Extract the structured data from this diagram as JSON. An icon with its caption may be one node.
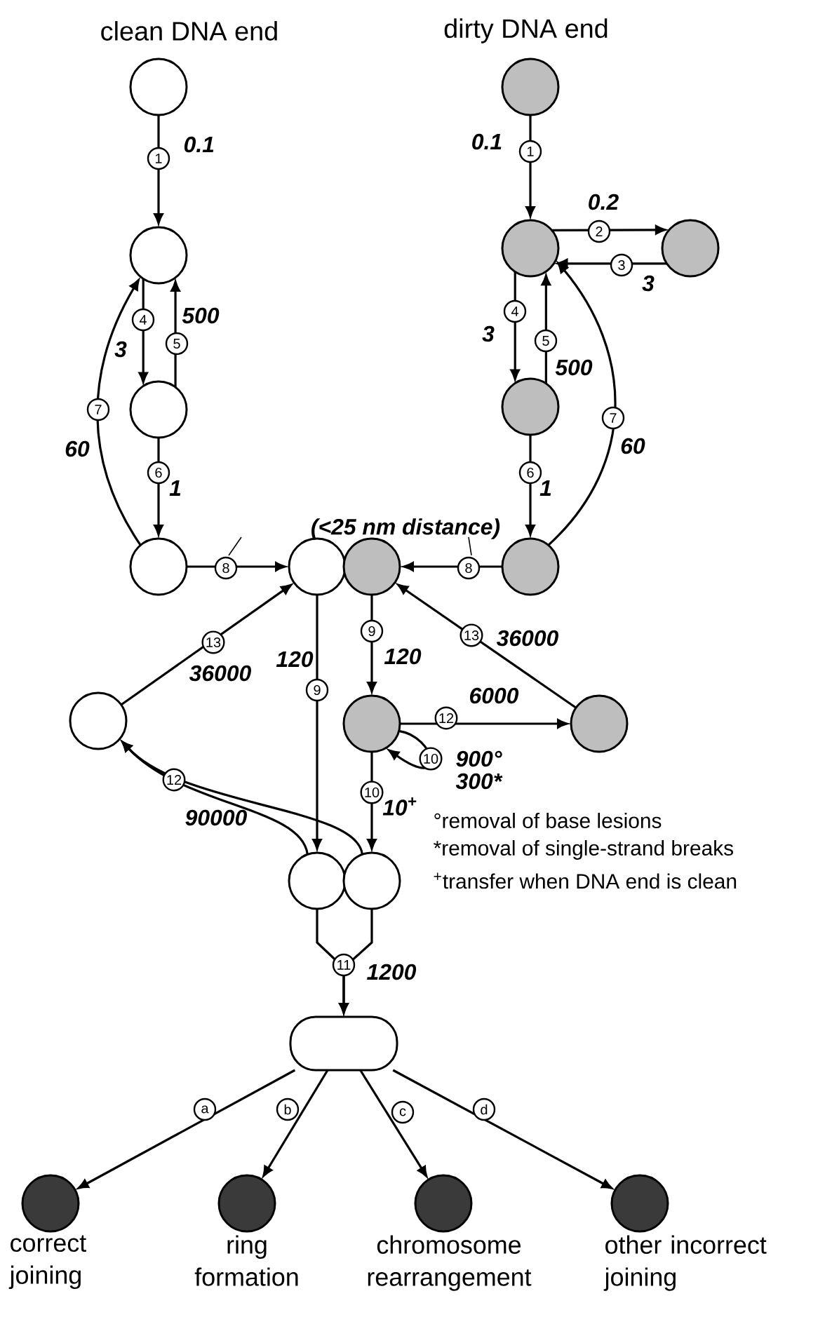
{
  "diagram": {
    "nodes": [
      {
        "text": [],
        "shape": "circle",
        "beside": [
          "clean DNA end"
        ]
      },
      {
        "text": [],
        "shape": "circle"
      },
      {
        "text": [],
        "shape": "circle"
      },
      {
        "text": [],
        "shape": "circle"
      },
      {
        "text": [],
        "shape": "circle",
        "beside": [
          "dirty DNA end"
        ]
      },
      {
        "text": [],
        "shape": "circle"
      },
      {
        "text": [],
        "shape": "circle"
      },
      {
        "text": [],
        "shape": "circle"
      },
      {
        "text": [],
        "shape": "circle"
      },
      {
        "text": [],
        "shape": "circle"
      },
      {
        "text": [],
        "shape": "circle"
      },
      {
        "text": [],
        "shape": "circle"
      },
      {
        "text": [],
        "shape": "circle"
      },
      {
        "text": [],
        "shape": "circle"
      },
      {
        "text": [],
        "shape": "circle"
      },
      {
        "text": [],
        "shape": "circle"
      },
      {
        "text": [],
        "shape": "box"
      },
      {
        "text": [],
        "shape": "circle",
        "beside": [
          "correct joining"
        ]
      },
      {
        "text": [],
        "shape": "circle",
        "beside": [
          "ring formation"
        ]
      },
      {
        "text": [],
        "shape": "circle",
        "beside": [
          "chromosome rearrangement"
        ]
      },
      {
        "text": [],
        "shape": "circle",
        "beside": [
          "other incorrect joining"
        ]
      }
    ],
    "edges": [
      {
        "from": 0,
        "to": 1,
        "arrow": "to",
        "label": "1"
      },
      {
        "from": 1,
        "to": 2,
        "arrow": "to",
        "label": "4"
      },
      {
        "from": 2,
        "to": 1,
        "arrow": "to",
        "label": "5"
      },
      {
        "from": 3,
        "to": 1,
        "arrow": "to",
        "label": "7"
      },
      {
        "from": 2,
        "to": 3,
        "arrow": "to",
        "label": "6"
      },
      {
        "from": 3,
        "to": 9,
        "arrow": "to",
        "label": "8"
      },
      {
        "from": 4,
        "to": 5,
        "arrow": "to",
        "label": "1"
      },
      {
        "from": 5,
        "to": 6,
        "arrow": "to",
        "label": "2"
      },
      {
        "from": 6,
        "to": 5,
        "arrow": "to",
        "label": "3"
      },
      {
        "from": 5,
        "to": 7,
        "arrow": "to",
        "label": "4"
      },
      {
        "from": 7,
        "to": 5,
        "arrow": "to",
        "label": "5"
      },
      {
        "from": 8,
        "to": 5,
        "arrow": "to",
        "label": "7"
      },
      {
        "from": 7,
        "to": 8,
        "arrow": "to",
        "label": "6"
      },
      {
        "from": 8,
        "to": 10,
        "arrow": "to",
        "label": "8"
      },
      {
        "from": 11,
        "to": 9,
        "arrow": "to",
        "label": "13"
      },
      {
        "from": 9,
        "to": 14,
        "arrow": "to",
        "label": "9"
      },
      {
        "from": 10,
        "to": 12,
        "arrow": "to",
        "label": "9"
      },
      {
        "from": 13,
        "to": 10,
        "arrow": "to",
        "label": "13"
      },
      {
        "from": 12,
        "to": 13,
        "arrow": "to",
        "label": "12"
      },
      {
        "from": 12,
        "to": 12,
        "arrow": "to",
        "label": "10"
      },
      {
        "from": 12,
        "to": 15,
        "arrow": "to",
        "label": "10"
      },
      {
        "from": 14,
        "to": 11,
        "arrow": "to",
        "label": "12"
      },
      {
        "from": 15,
        "to": 11,
        "arrow": "to"
      },
      {
        "from": 14,
        "to": 16,
        "arrow": "to",
        "label": "11"
      },
      {
        "from": 15,
        "to": 16,
        "arrow": "to"
      },
      {
        "from": 16,
        "to": 17,
        "arrow": "to",
        "label": "a"
      },
      {
        "from": 16,
        "to": 18,
        "arrow": "to",
        "label": "b"
      },
      {
        "from": 16,
        "to": 19,
        "arrow": "to",
        "label": "c"
      },
      {
        "from": 16,
        "to": 20,
        "arrow": "to",
        "label": "d"
      }
    ],
    "labels": [
      "0.1",
      "3",
      "500",
      "60",
      "1",
      "0.1",
      "0.2",
      "3",
      "3",
      "500",
      "60",
      "1",
      "(<25 nm distance)",
      "36000",
      "120",
      "120",
      "36000",
      "6000",
      "900°",
      "300*",
      "10$^{+}$",
      "90000",
      "1200",
      "°removal of base lesions",
      "*removal of single-strand breaks",
      "$^{+}$transfer when DNA end is clean"
    ]
  }
}
